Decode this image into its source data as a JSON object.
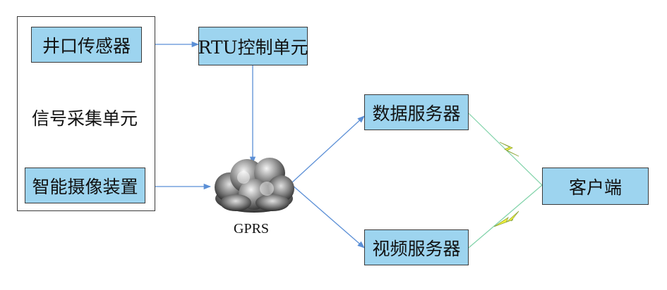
{
  "diagram": {
    "group_label": "信号采集单元",
    "nodes": {
      "wellhead_sensor": "井口传感器",
      "rtu": "RTU控制单元",
      "camera": "智能摄像装置",
      "data_server": "数据服务器",
      "video_server": "视频服务器",
      "client": "客户端"
    },
    "network_label": "GPRS",
    "colors": {
      "box_fill": "#9dd4ef",
      "box_border": "#3a3a3a",
      "arrow": "#5b8fd6",
      "wireless_fill": "#f0ee3c",
      "wireless_stroke": "#7fd2a8"
    }
  }
}
